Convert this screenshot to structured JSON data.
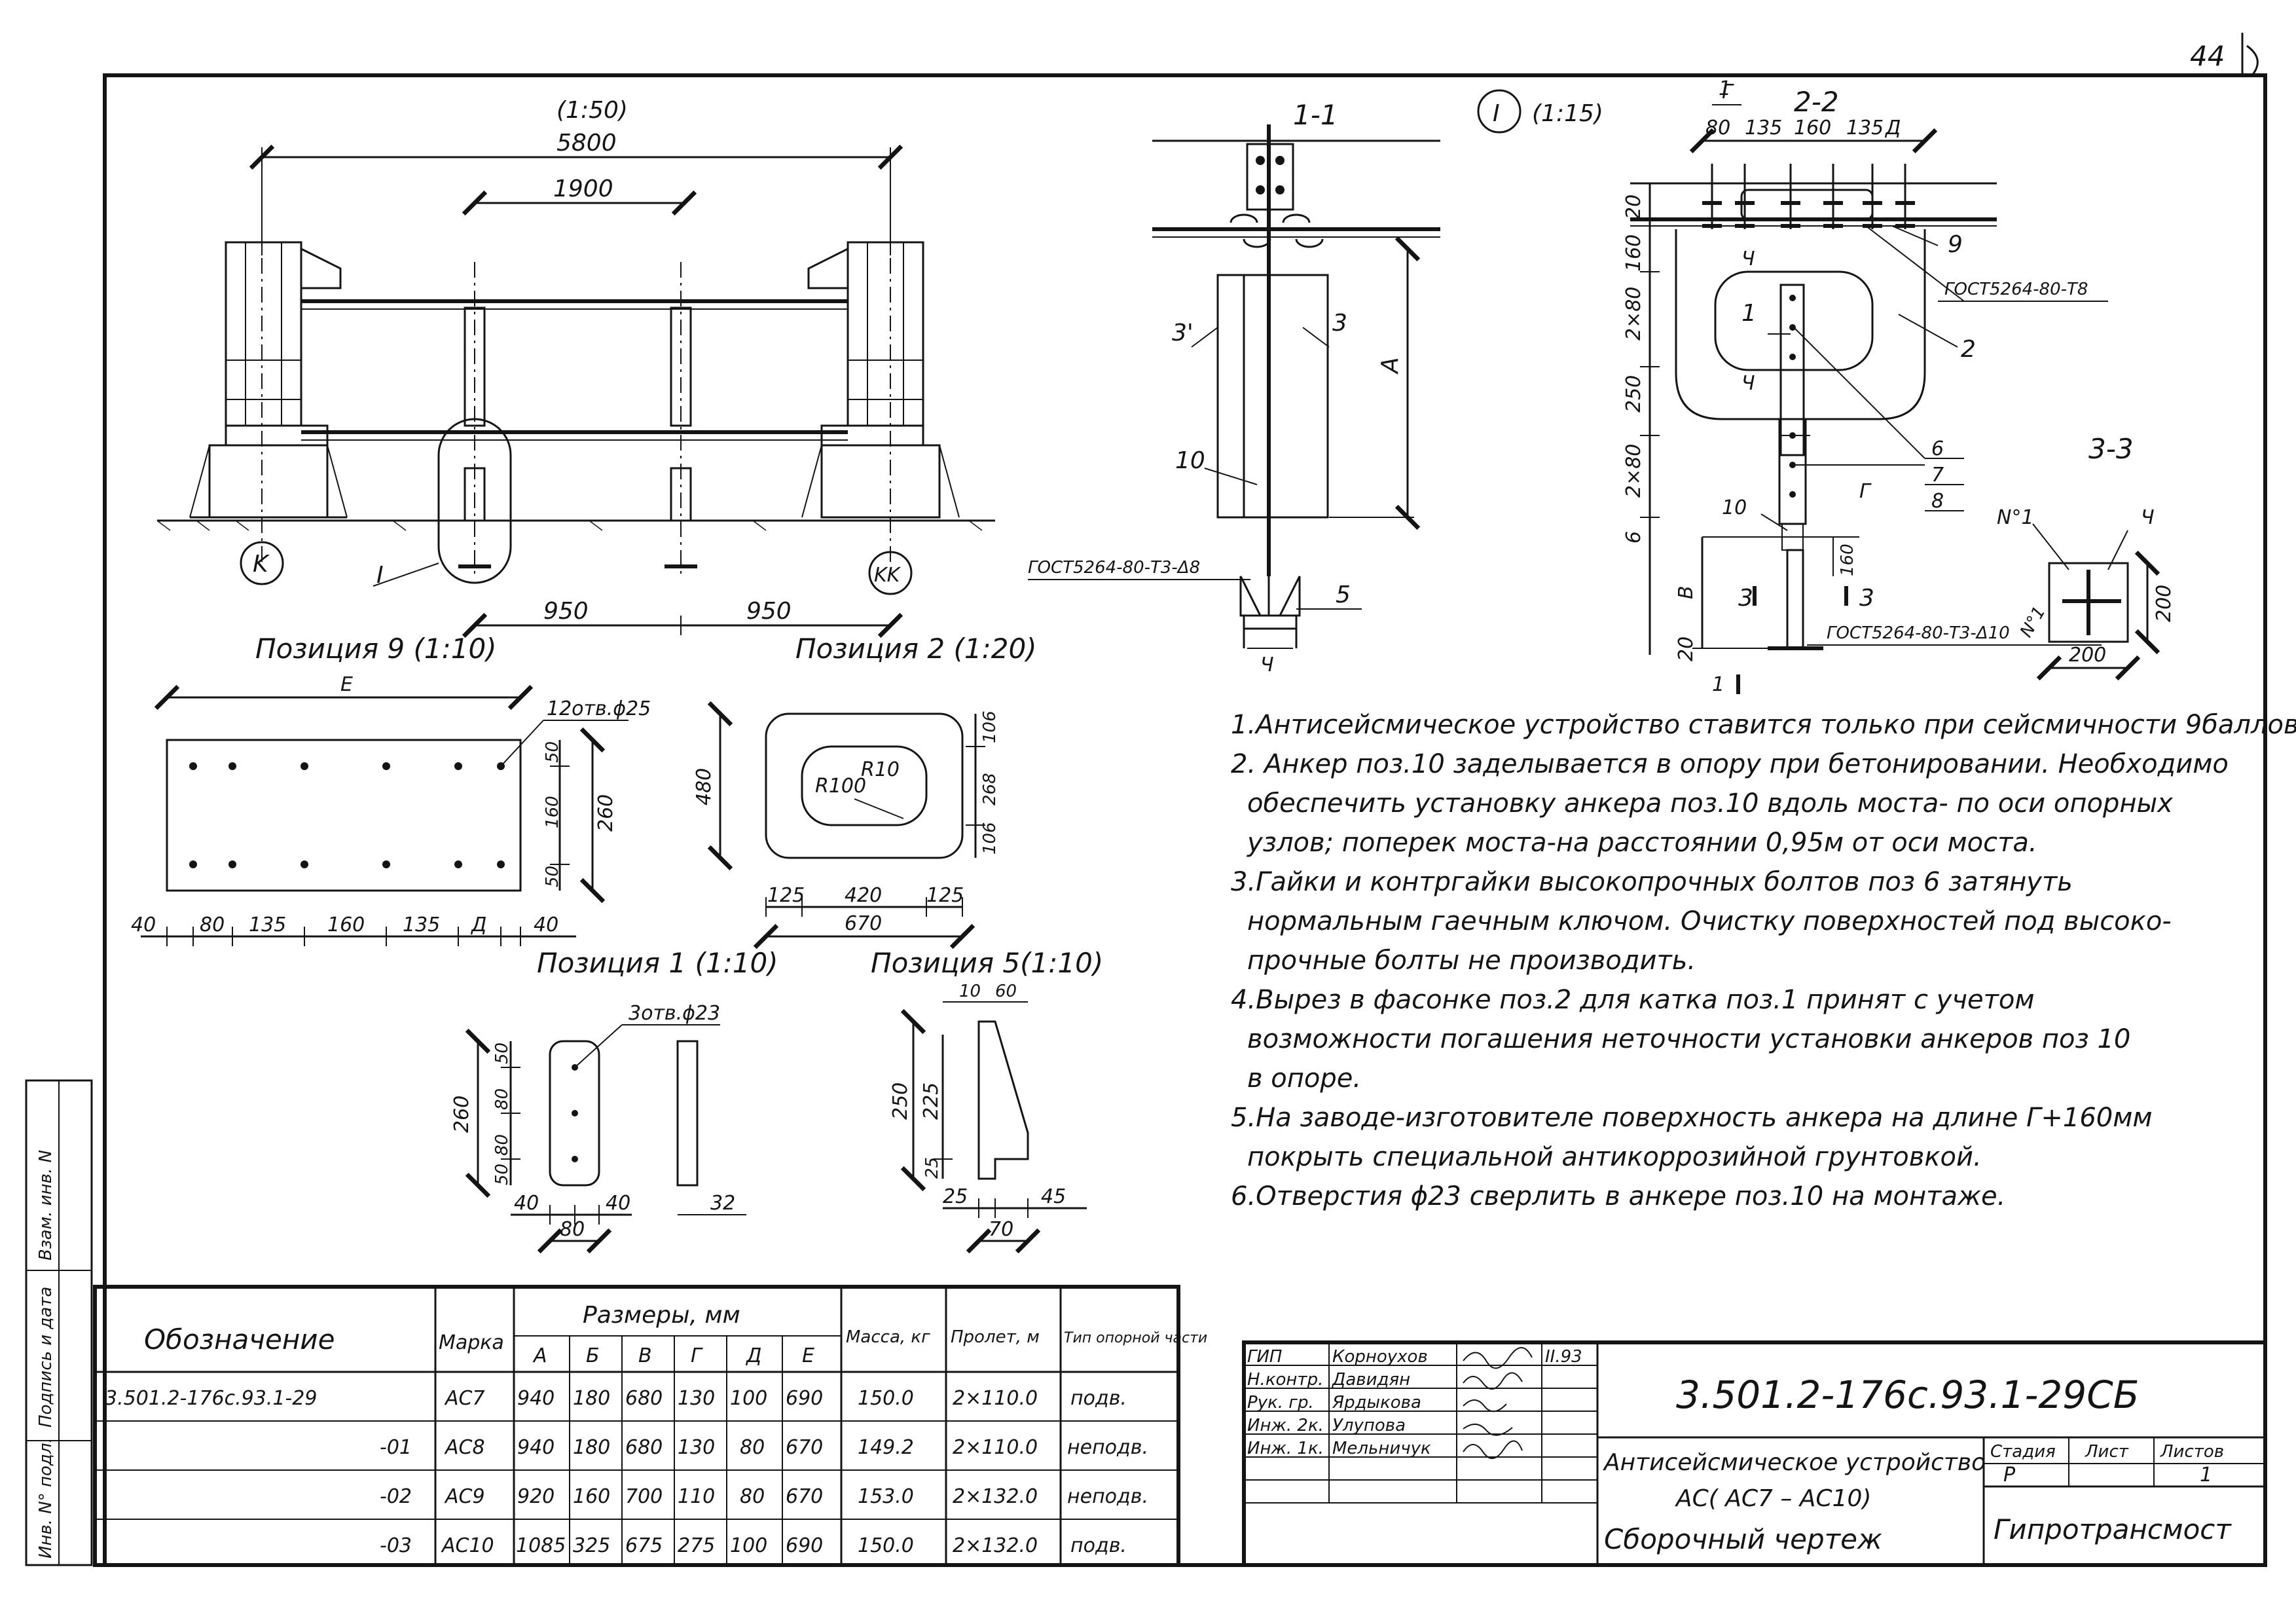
{
  "page_number": "44",
  "main_view": {
    "scale": "(1:50)",
    "dim_total": "5800",
    "dim_inner": "1900",
    "dim_left": "950",
    "dim_right": "950",
    "axis_left": "K",
    "axis_right": "KK",
    "node_label": "I"
  },
  "section_1": {
    "title": "1-1",
    "labels": [
      "3'",
      "3",
      "10",
      "5",
      "A",
      "Ч"
    ],
    "weld": "ГОСТ5264-80-Т3-Δ8"
  },
  "detail_I": {
    "marker": "I",
    "scale": "(1:15)"
  },
  "section_2": {
    "title": "2-2",
    "dims_top": [
      "80",
      "135",
      "160",
      "135",
      "Д"
    ],
    "dim_g": "Г",
    "dims_left": [
      "20",
      "160",
      "2×80",
      "250",
      "2×80",
      "6"
    ],
    "labels": [
      "9",
      "2",
      "1",
      "6",
      "7",
      "8",
      "10",
      "Ч",
      "Ч",
      "Г",
      "3",
      "3",
      "1",
      "1"
    ],
    "weld": "ГОСТ5264-80-Т8",
    "dim_b": "В",
    "dim_160": "160",
    "dim_20": "20"
  },
  "section_3": {
    "title": "3-3",
    "marker": "N°1",
    "label_ch": "Ч",
    "dim_w": "200",
    "dim_h": "200",
    "weld": "ГОСТ5264-80-Т3-Δ10",
    "weld_note": "N°1"
  },
  "pos9": {
    "title": "Позиция 9 (1:10)",
    "dim_e": "Е",
    "holes": "12отв.ϕ25",
    "dims_bottom": [
      "40",
      "80",
      "135",
      "160",
      "135",
      "Д",
      "40"
    ],
    "dims_right": [
      "50",
      "160",
      "50"
    ],
    "dim_height": "260"
  },
  "pos2": {
    "title": "Позиция 2 (1:20)",
    "radius_outer": "R100",
    "radius_inner": "R10",
    "dim_height": "480",
    "dims_right": [
      "106",
      "268",
      "106"
    ],
    "dims_bottom": [
      "125",
      "420",
      "125"
    ],
    "dim_width": "670"
  },
  "pos1": {
    "title": "Позиция 1 (1:10)",
    "holes": "3отв.ϕ23",
    "dim_height": "260",
    "dims_left": [
      "50",
      "80",
      "80",
      "50"
    ],
    "dims_bottom": [
      "40",
      "40"
    ],
    "dim_width": "80",
    "dim_thickness": "32"
  },
  "pos5": {
    "title": "Позиция 5(1:10)",
    "dims_top": [
      "10",
      "60"
    ],
    "dims_left": [
      "250",
      "225",
      "25"
    ],
    "dims_bottom": [
      "25",
      "45"
    ],
    "dim_width": "70"
  },
  "notes": [
    "1.Антисейсмическое устройство ставится только при сейсмичности 9баллов.",
    "2. Анкер поз.10 заделывается в опору при бетонировании. Необходимо",
    "обеспечить установку анкера поз.10 вдоль моста- по оси опорных",
    "узлов; поперек моста-на расстоянии 0,95м от оси моста.",
    "3.Гайки и контргайки высокопрочных болтов поз 6 затянуть",
    "нормальным гаечным ключом. Очистку поверхностей под высоко-",
    "прочные болты не производить.",
    "4.Вырез в фасонке поз.2 для катка поз.1 принят с учетом",
    "возможности погашения неточности установки анкеров поз 10",
    "в опоре.",
    "5.На заводе-изготовителе поверхность анкера на длине Г+160мм",
    "покрыть специальной антикоррозийной грунтовкой.",
    "6.Отверстия ϕ23 сверлить в анкере поз.10 на монтаже."
  ],
  "spec_table": {
    "col_designation": "Обозначение",
    "col_mark": "Марка",
    "col_sizes": "Размеры, мм",
    "size_cols": [
      "А",
      "Б",
      "В",
      "Г",
      "Д",
      "Е"
    ],
    "col_mass": "Масса, кг",
    "col_span": "Пролет, м",
    "col_type": "Тип опорной части",
    "rows": [
      {
        "designation": "3.501.2-176с.93.1-29",
        "mark": "АС7",
        "a": "940",
        "b": "180",
        "v": "680",
        "g": "130",
        "d": "100",
        "e": "690",
        "mass": "150.0",
        "span": "2×110.0",
        "type": "подв."
      },
      {
        "designation": "-01",
        "mark": "АС8",
        "a": "940",
        "b": "180",
        "v": "680",
        "g": "130",
        "d": "80",
        "e": "670",
        "mass": "149.2",
        "span": "2×110.0",
        "type": "неподв."
      },
      {
        "designation": "-02",
        "mark": "АС9",
        "a": "920",
        "b": "160",
        "v": "700",
        "g": "110",
        "d": "80",
        "e": "670",
        "mass": "153.0",
        "span": "2×132.0",
        "type": "неподв."
      },
      {
        "designation": "-03",
        "mark": "АС10",
        "a": "1085",
        "b": "325",
        "v": "675",
        "g": "275",
        "d": "100",
        "e": "690",
        "mass": "150.0",
        "span": "2×132.0",
        "type": "подв."
      }
    ]
  },
  "side_stamp": [
    "Инв. N° подл.",
    "Подпись и дата",
    "Взам. инв. N"
  ],
  "title_block": {
    "doc_code": "3.501.2-176с.93.1-29СБ",
    "people": [
      {
        "role": "ГИП",
        "name": "Корноухов",
        "date": "II.93"
      },
      {
        "role": "Н.контр.",
        "name": "Давидян",
        "date": ""
      },
      {
        "role": "Рук. гр.",
        "name": "Ярдыкова",
        "date": ""
      },
      {
        "role": "Инж. 2к.",
        "name": "Улупова",
        "date": ""
      },
      {
        "role": "Инж. 1к.",
        "name": "Мельничук",
        "date": ""
      }
    ],
    "title_line1": "Антисейсмическое устройство",
    "title_line2": "АС( АС7 – АС10)",
    "title_line3": "Сборочный чертеж",
    "stage_label": "Стадия",
    "sheet_label": "Лист",
    "sheets_label": "Листов",
    "stage": "Р",
    "sheets": "1",
    "org": "Гипротрансмост"
  }
}
